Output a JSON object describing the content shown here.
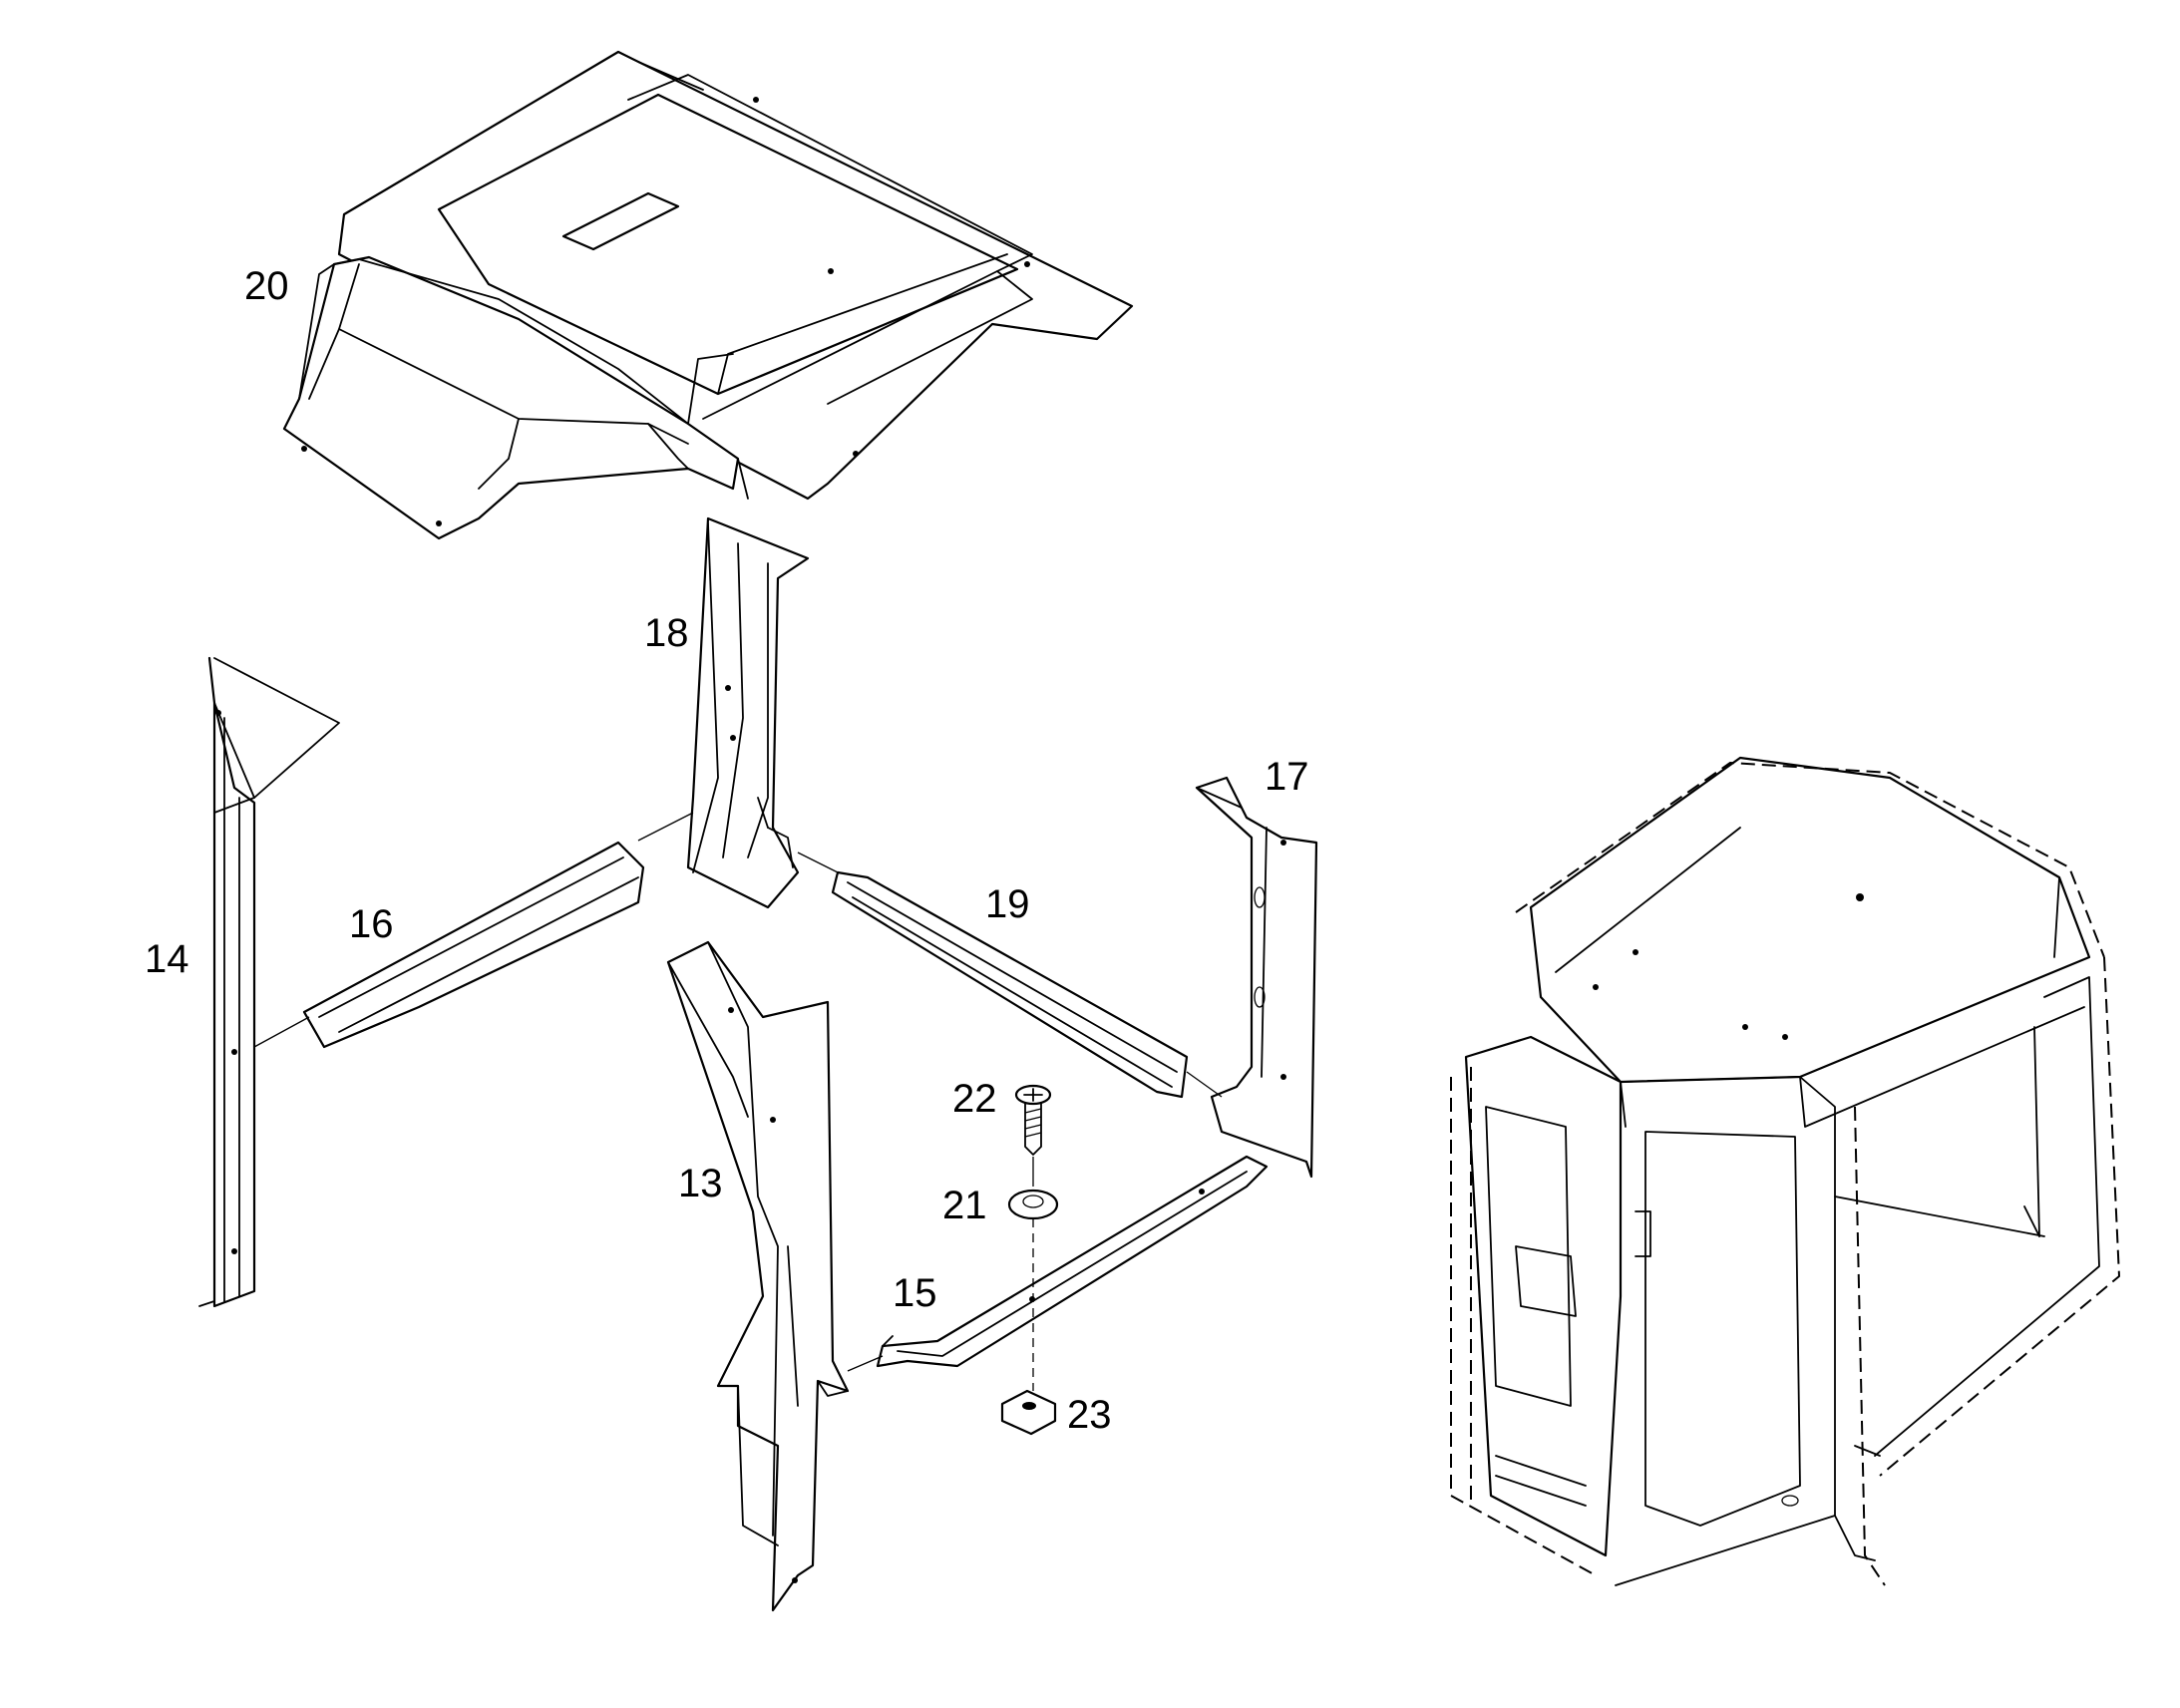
{
  "labels": {
    "p13": "13",
    "p14": "14",
    "p15": "15",
    "p16": "16",
    "p17": "17",
    "p18": "18",
    "p19": "19",
    "p20": "20",
    "p21": "21",
    "p22": "22",
    "p23": "23"
  }
}
